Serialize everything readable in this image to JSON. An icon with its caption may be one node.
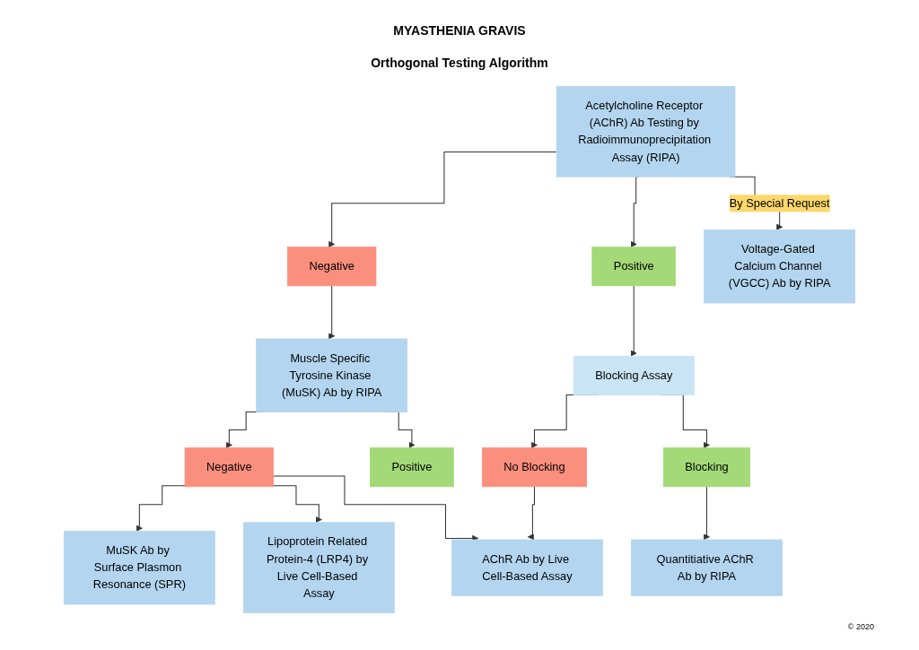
{
  "diagram": {
    "title": "MYASTHENIA GRAVIS",
    "nodes": [
      {
        "text": [
          "Acetylcholine Receptor (AChR) Ab Testing by Radioimmunoprecipitation Assay (RIPA)"
        ]
      },
      {
        "text": [
          "Negative"
        ]
      },
      {
        "text": [
          "Positive"
        ]
      },
      {
        "text": [
          "Voltage-Gated Calcium Channel (VGCC) Ab by RIPA"
        ]
      },
      {
        "text": [
          "Muscle Specific Tyrosine Kinase (MuSK) Ab by RIPA"
        ]
      },
      {
        "text": [
          "Blocking Assay"
        ]
      },
      {
        "text": [
          "Negative"
        ]
      },
      {
        "text": [
          "Positive"
        ]
      },
      {
        "text": [
          "No Blocking"
        ]
      },
      {
        "text": [
          "Blocking"
        ]
      },
      {
        "text": [
          "MuSK Ab by Surface Plasmon Resonance (SPR)"
        ]
      },
      {
        "text": [
          "Lipoprotein Related Protein-4 (LRP4) by Live Cell-Based Assay"
        ]
      },
      {
        "text": [
          "AChR Ab by Live Cell-Based Assay"
        ]
      },
      {
        "text": [
          "Quantitiative AChR Ab by RIPA"
        ]
      }
    ],
    "edges": [
      {
        "from": 0,
        "to": 1,
        "arrow": "to"
      },
      {
        "from": 0,
        "to": 2,
        "arrow": "to"
      },
      {
        "from": 0,
        "to": 3,
        "arrow": "to",
        "label": "By Special Request"
      },
      {
        "from": 1,
        "to": 4,
        "arrow": "to"
      },
      {
        "from": 2,
        "to": 5,
        "arrow": "to"
      },
      {
        "from": 4,
        "to": 6,
        "arrow": "to"
      },
      {
        "from": 4,
        "to": 7,
        "arrow": "to"
      },
      {
        "from": 5,
        "to": 8,
        "arrow": "to"
      },
      {
        "from": 5,
        "to": 9,
        "arrow": "to"
      },
      {
        "from": 6,
        "to": 10,
        "arrow": "to"
      },
      {
        "from": 6,
        "to": 11,
        "arrow": "to"
      },
      {
        "from": 6,
        "to": 12,
        "arrow": "to"
      },
      {
        "from": 8,
        "to": 12,
        "arrow": "to"
      },
      {
        "from": 9,
        "to": 13,
        "arrow": "to"
      }
    ],
    "labels": [
      "Orthogonal Testing Algorithm",
      "© 2020"
    ]
  }
}
